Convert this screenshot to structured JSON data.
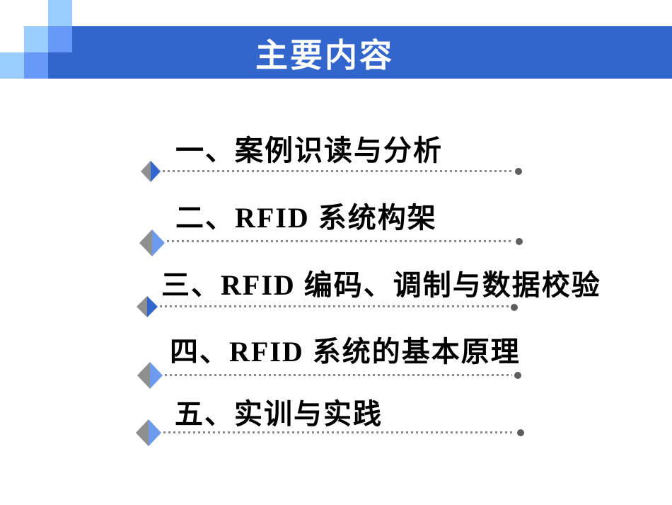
{
  "slide": {
    "header": {
      "title": "主要内容"
    },
    "items": [
      {
        "label": "一、案例识读与分析",
        "accent": "strong"
      },
      {
        "label": "二、RFID 系统构架",
        "accent": "light"
      },
      {
        "label": "三、RFID 编码、调制与数据校验",
        "accent": "strong"
      },
      {
        "label": "四、RFID 系统的基本原理",
        "accent": "light"
      },
      {
        "label": "五、实训与实践",
        "accent": "light"
      }
    ],
    "colors": {
      "bar-blue": "#3366CC",
      "square-light": "#99CCFF",
      "square-medium": "#6699F8",
      "diamond-blue-strong": "#3366CC",
      "diamond-blue-light": "#6C9BEE",
      "diamond-gray": "#8F8F8F",
      "dotted-line": "#8A8A8A",
      "end-dot": "#5E5E5E"
    }
  }
}
